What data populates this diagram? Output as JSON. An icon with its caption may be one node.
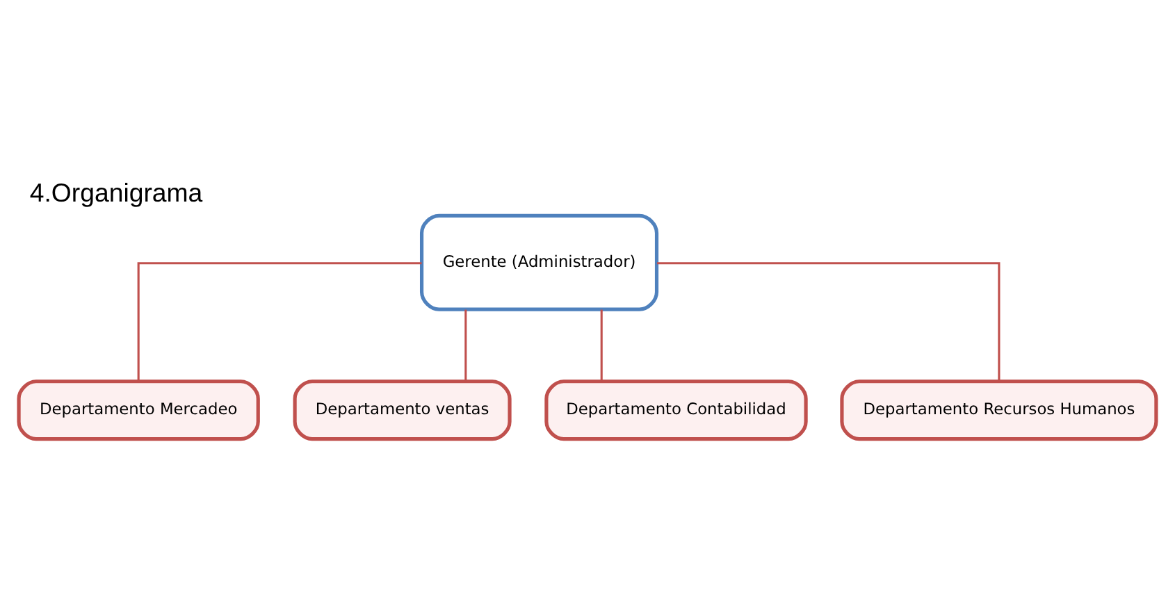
{
  "diagram": {
    "title": "4.Organigrama",
    "nodes": [
      {
        "text": [
          "Gerente (Administrador)"
        ]
      },
      {
        "text": [
          "Departamento Mercadeo"
        ]
      },
      {
        "text": [
          "Departamento ventas"
        ]
      },
      {
        "text": [
          "Departamento Contabilidad"
        ]
      },
      {
        "text": [
          "Departamento Recursos Humanos"
        ]
      }
    ],
    "edges": [
      {
        "from": 0,
        "to": 1,
        "arrow": "none"
      },
      {
        "from": 0,
        "to": 2,
        "arrow": "none"
      },
      {
        "from": 0,
        "to": 3,
        "arrow": "none"
      },
      {
        "from": 0,
        "to": 4,
        "arrow": "none"
      }
    ]
  }
}
